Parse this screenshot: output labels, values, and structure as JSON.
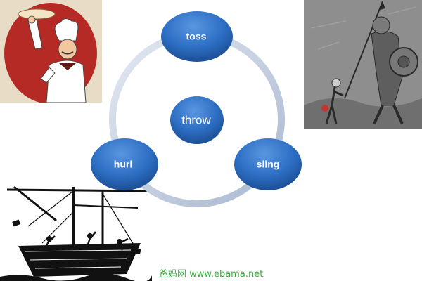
{
  "diagram": {
    "center": "throw",
    "nodes": [
      "toss",
      "sling",
      "hurl"
    ]
  },
  "illustrations": {
    "top_left": "chef-tossing-pizza-dough",
    "top_right": "warrior-with-spear-and-slinger",
    "bottom_left": "ship-silhouette-throwing-cargo"
  },
  "watermark": "爸妈网 www.ebama.net",
  "colors": {
    "node_blue": "#2d6fc4",
    "ring_gray": "#c3cfe0",
    "chef_red": "#b52a25",
    "watermark_green": "#38b040"
  }
}
